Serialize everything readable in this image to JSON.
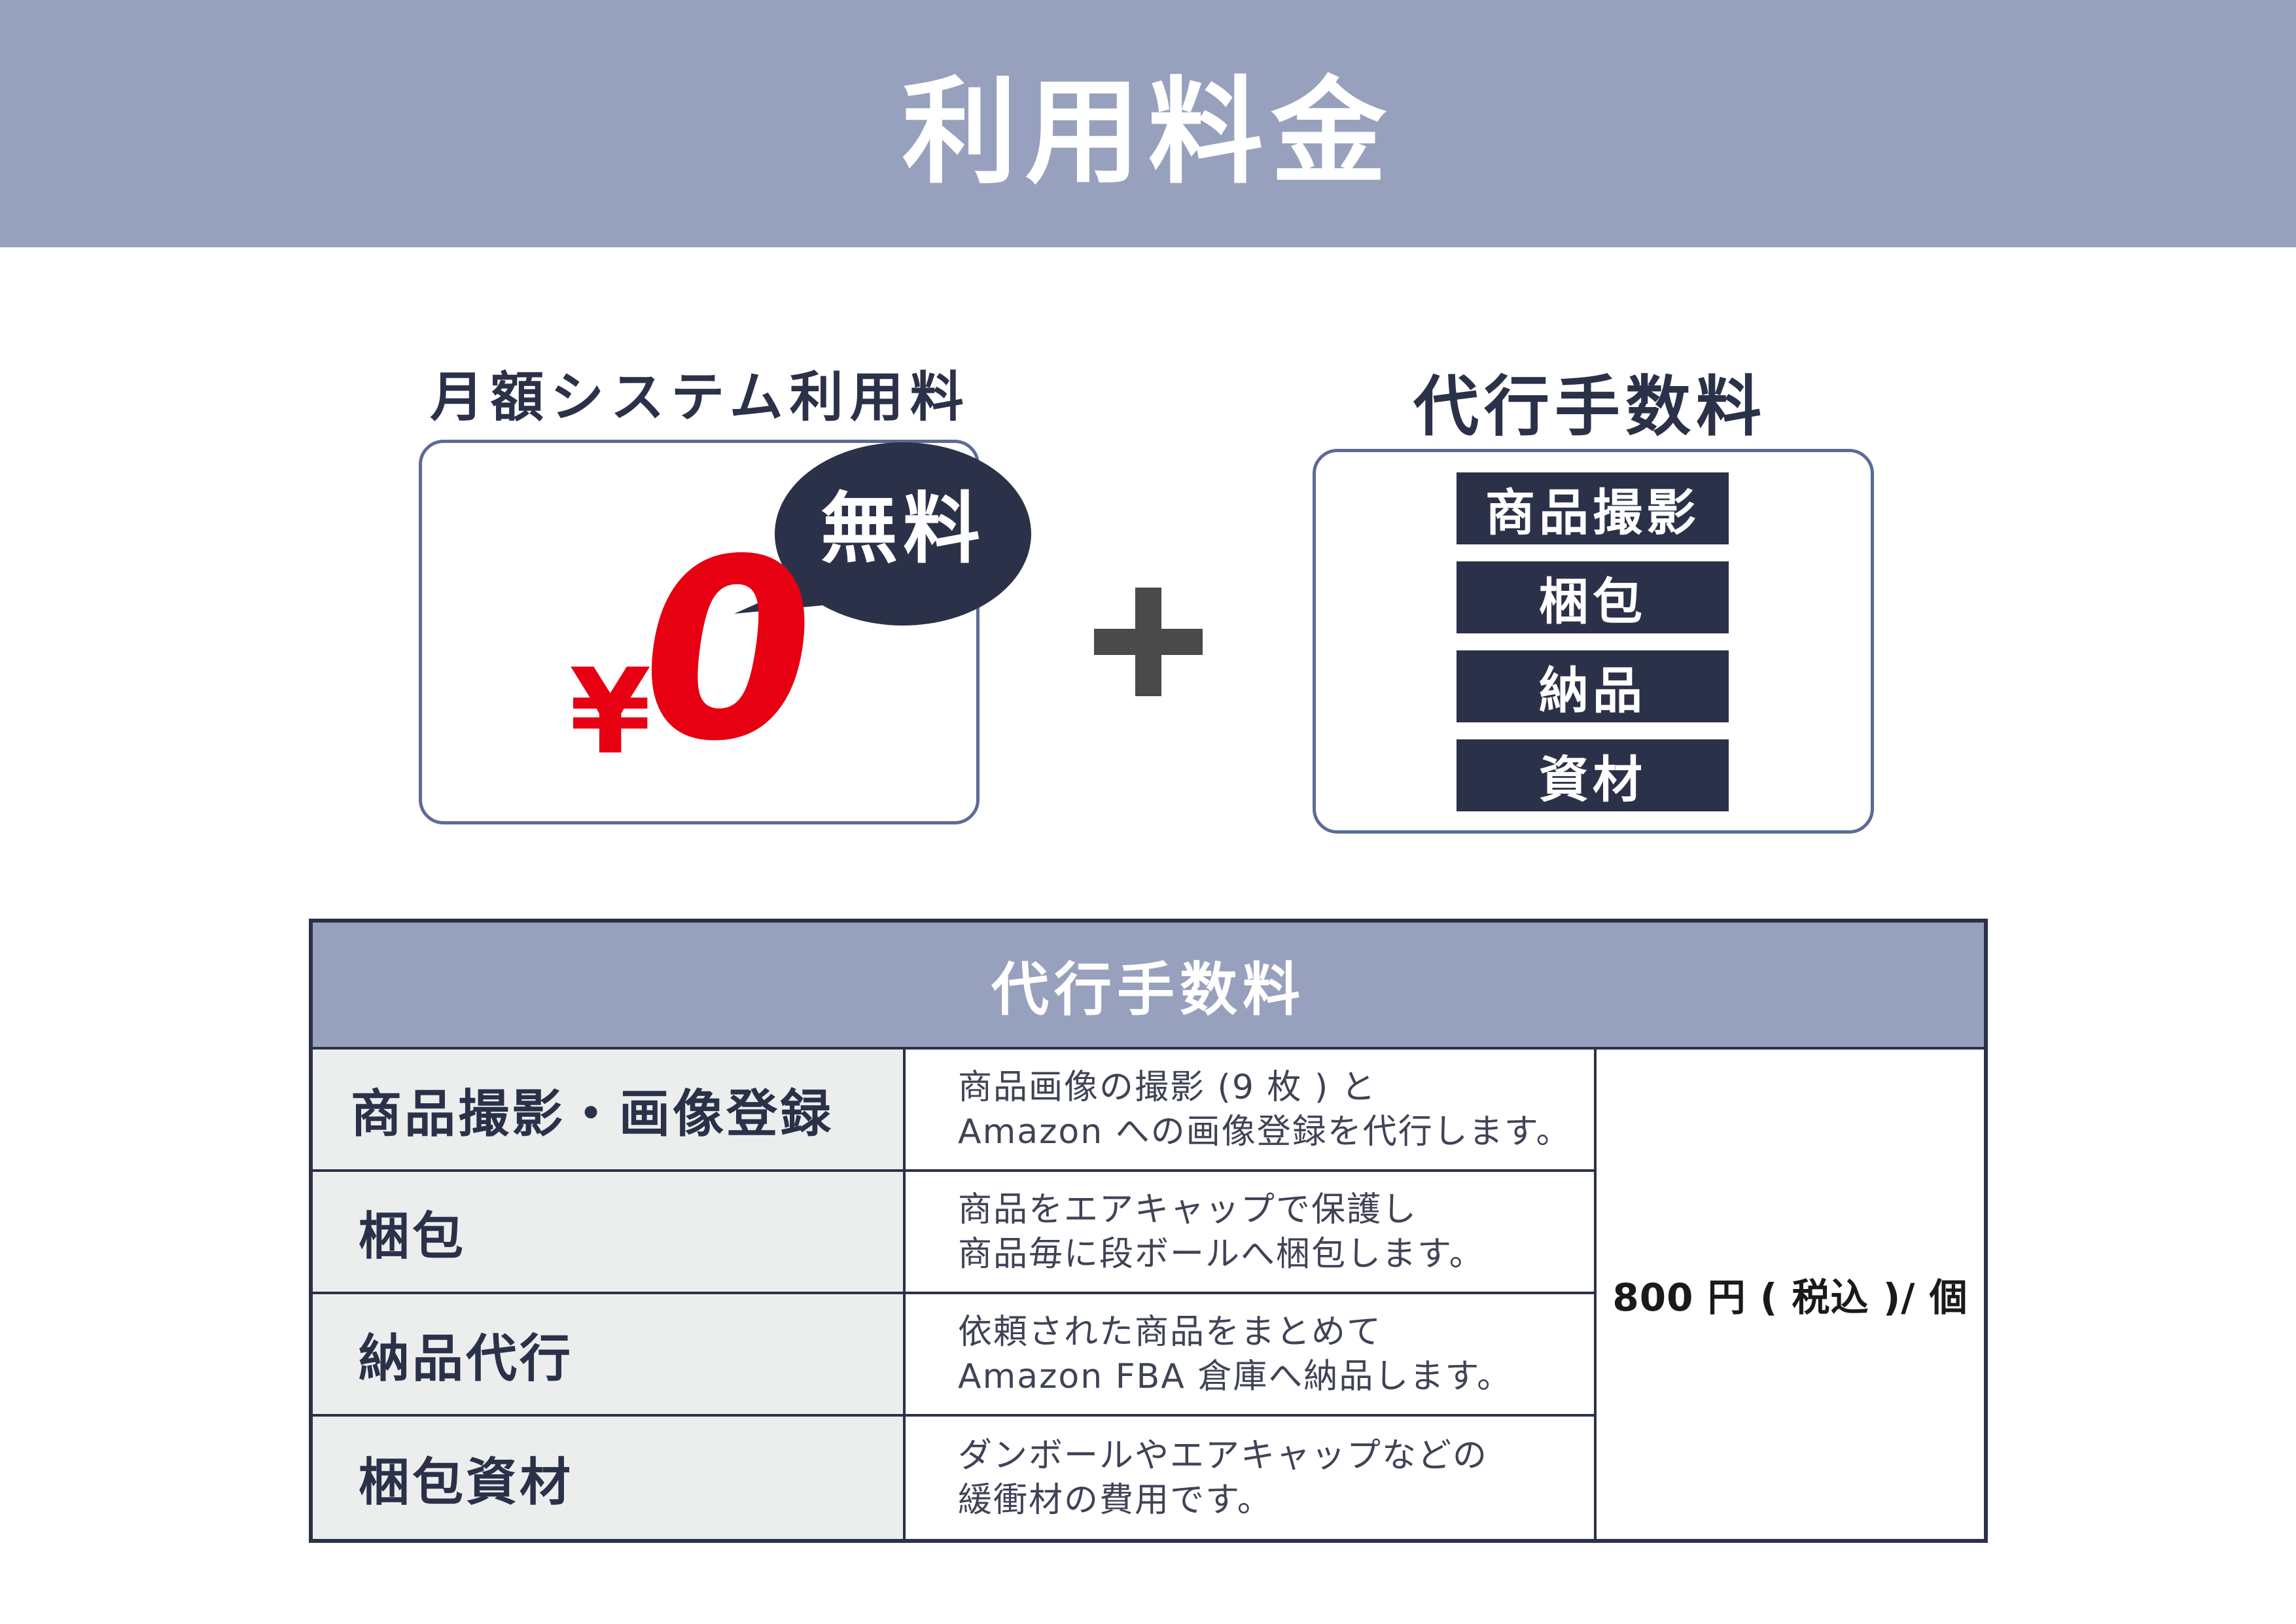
{
  "header": {
    "title": "利用料金"
  },
  "monthly": {
    "heading": "月額システム利用料",
    "bubble": "無料",
    "yen": "¥",
    "amount": "0"
  },
  "agency": {
    "heading": "代行手数料",
    "items": [
      "商品撮影",
      "梱包",
      "納品",
      "資材"
    ]
  },
  "table": {
    "title": "代行手数料",
    "rows": [
      {
        "name": "商品撮影・画像登録",
        "desc1": "商品画像の撮影 (9 枚 ) と",
        "desc2": "Amazon への画像登録を代行します。"
      },
      {
        "name": "梱包",
        "desc1": "商品をエアキャップで保護し",
        "desc2": "商品毎に段ボールへ梱包します。"
      },
      {
        "name": "納品代行",
        "desc1": "依頼された商品をまとめて",
        "desc2": "Amazon FBA 倉庫へ納品します。"
      },
      {
        "name": "梱包資材",
        "desc1": "ダンボールやエアキャップなどの",
        "desc2": "緩衝材の費用です。"
      }
    ],
    "price": "800 円 ( 税込 )/ 個"
  },
  "colors": {
    "banner": "#97a1bd",
    "navy": "#2b3148",
    "border": "#5d6b96",
    "red": "#e60012",
    "plus": "#4a4a4a",
    "row_bg": "#eceeee"
  }
}
